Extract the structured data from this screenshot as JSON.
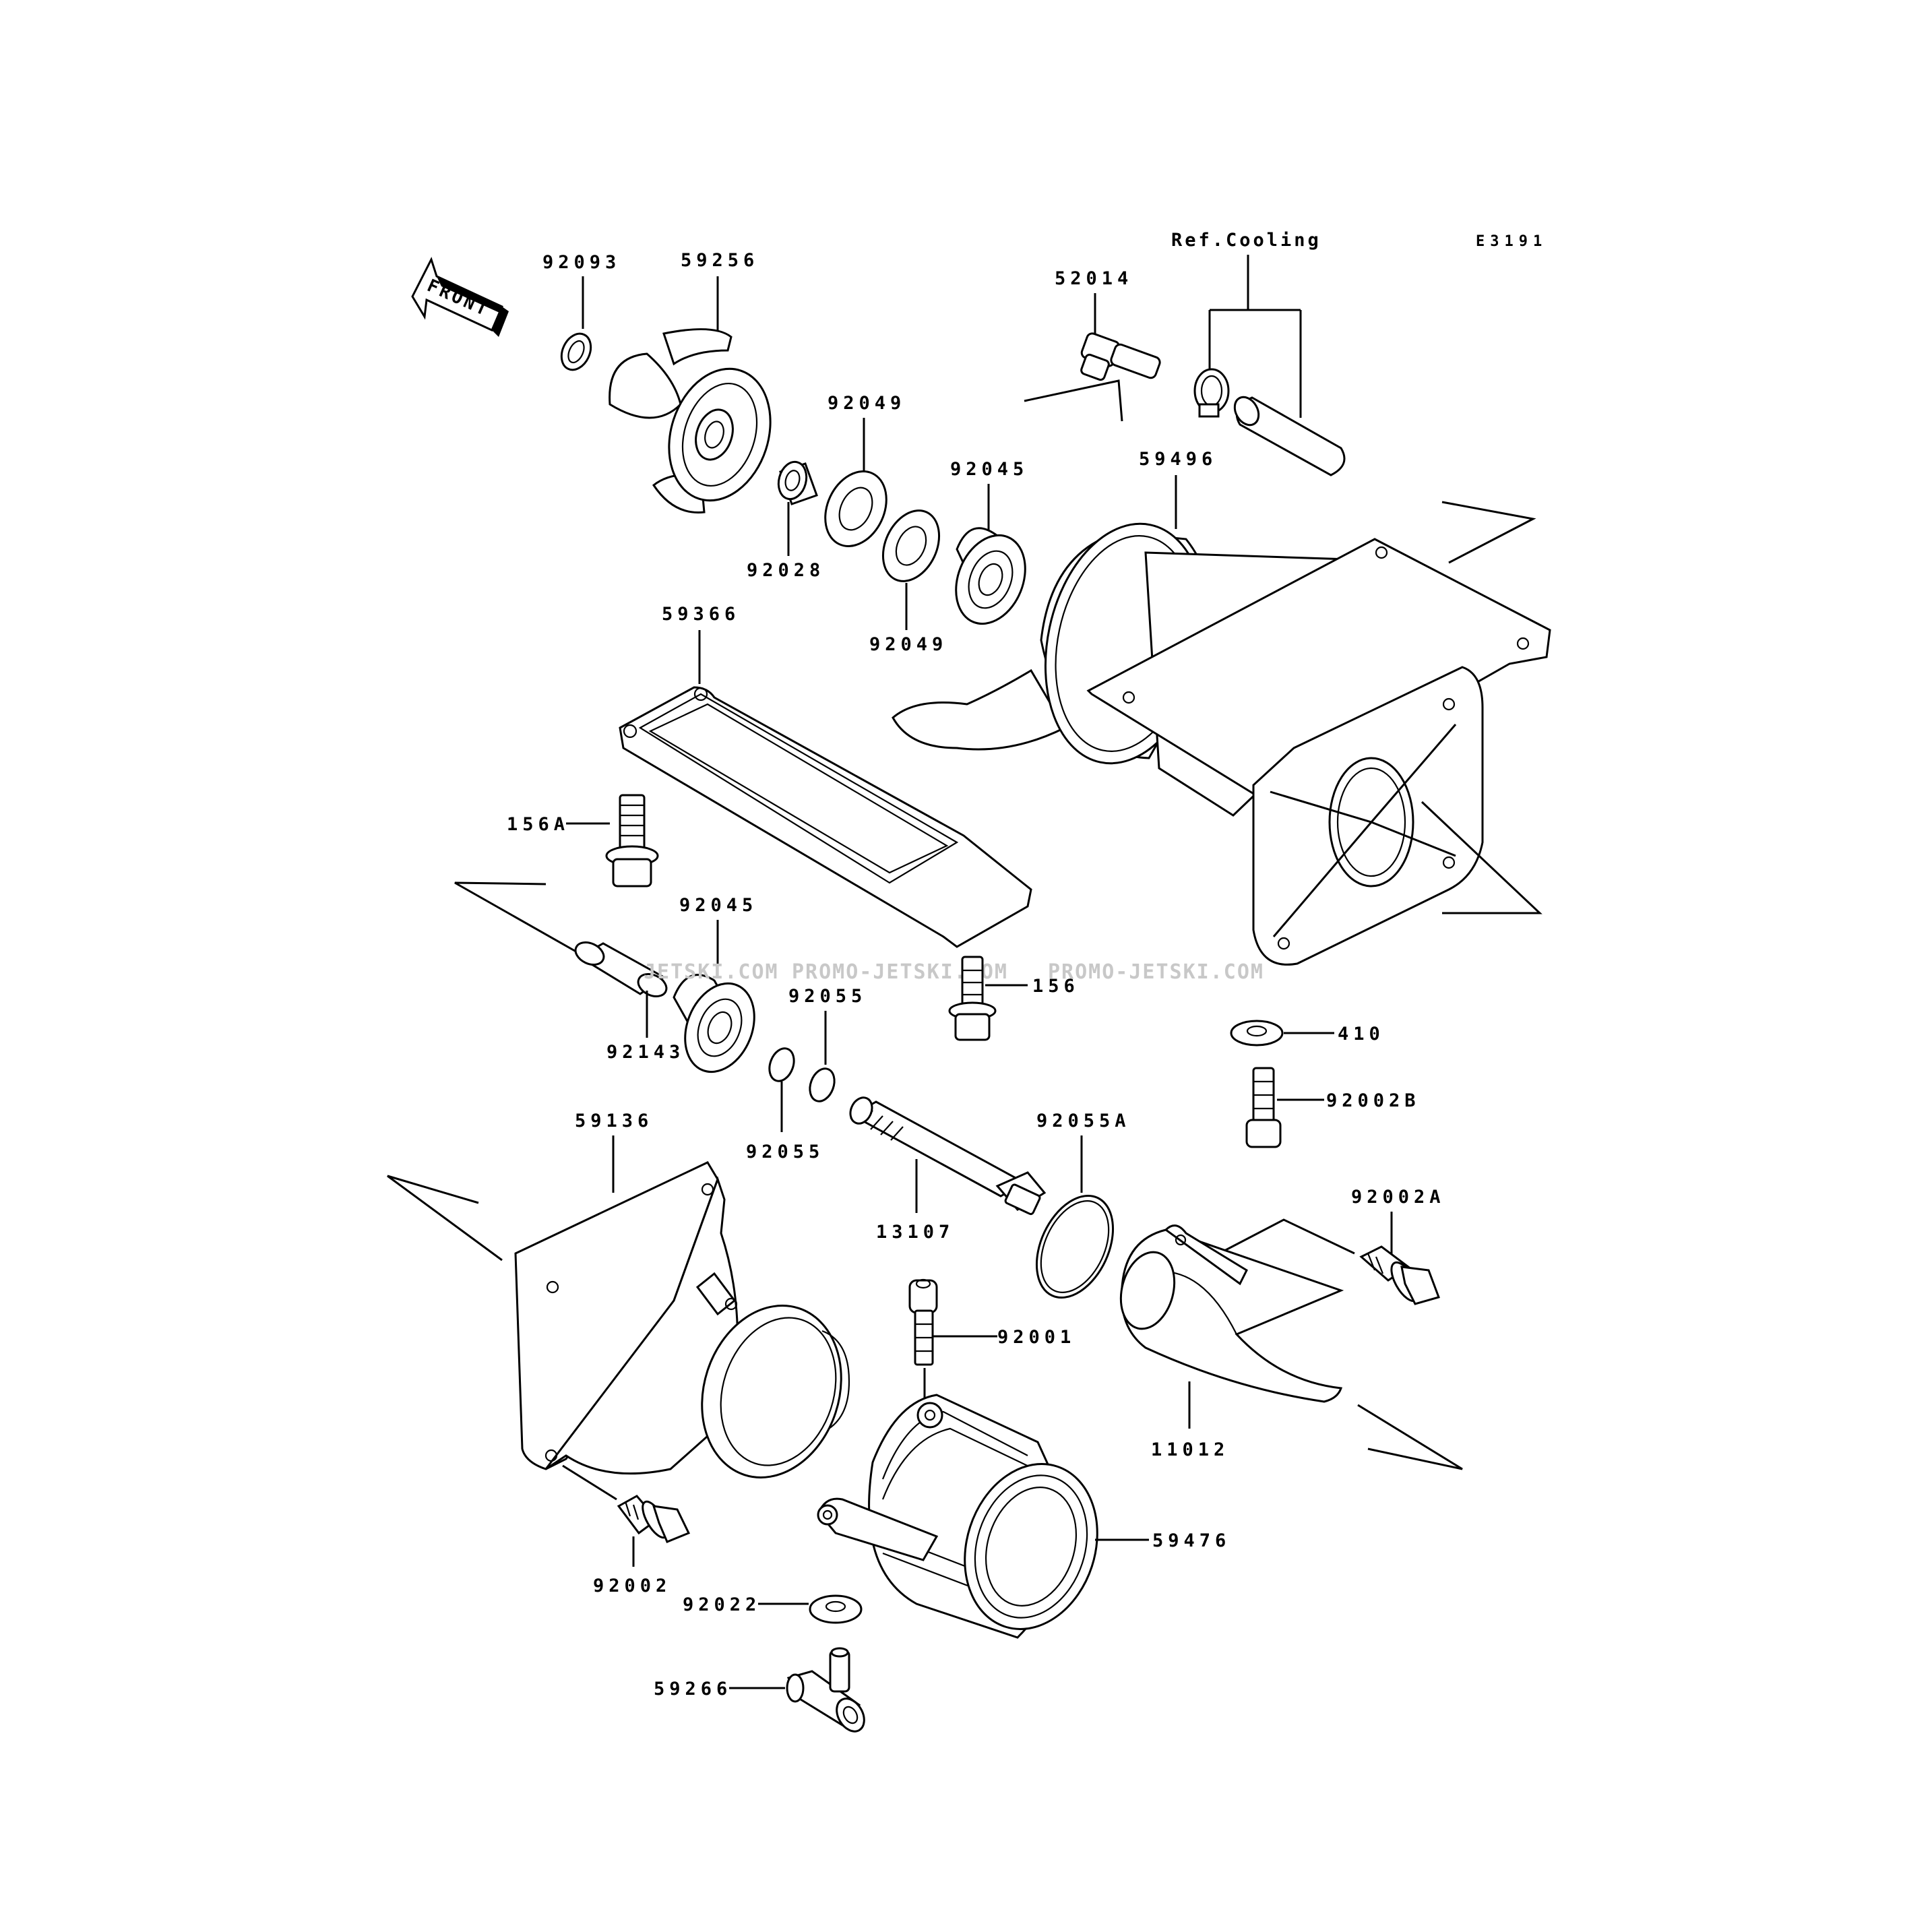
{
  "diagram_code": "E3191",
  "ref_note": "Ref.Cooling",
  "front_arrow_text": "FRONT",
  "watermarks": [
    "JETSKI.COM",
    "PROMO-JETSKI.COM",
    "PROMO-JETSKI.COM"
  ],
  "parts": {
    "p92093": "92093",
    "p59256": "59256",
    "p92049a": "92049",
    "p92028": "92028",
    "p92049b": "92049",
    "p92045a": "92045",
    "p52014": "52014",
    "p59496": "59496",
    "p59366": "59366",
    "p156a": "156A",
    "p92045b": "92045",
    "p92055a": "92055",
    "p156": "156",
    "p410": "410",
    "p92143": "92143",
    "p92055b": "92055",
    "p92002b": "92002B",
    "p59136": "59136",
    "p92055c": "92055A",
    "p13107": "13107",
    "p92002a": "92002A",
    "p92001": "92001",
    "p11012": "11012",
    "p59476": "59476",
    "p92002": "92002",
    "p92022": "92022",
    "p59266": "59266"
  }
}
